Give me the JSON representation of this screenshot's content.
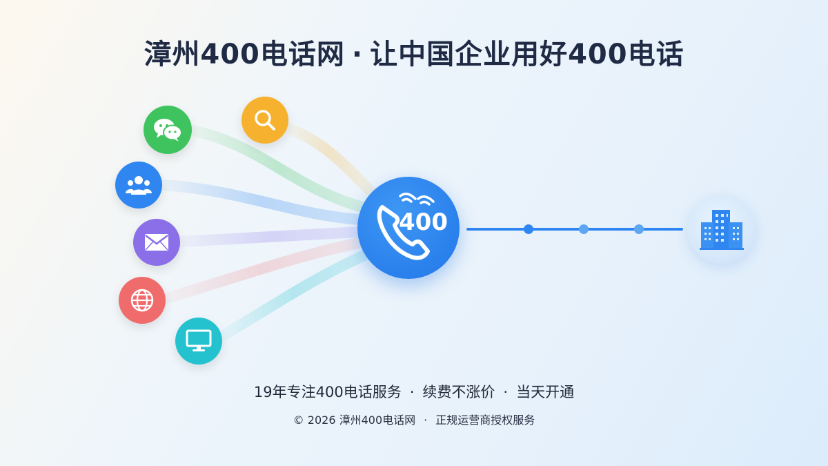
{
  "title": {
    "brand": "漳州400电话网",
    "separator": "·",
    "slogan": "让中国企业用好400电话"
  },
  "hub": {
    "label": "400"
  },
  "sources": [
    {
      "icon": "wechat-icon",
      "color": "#3fc35f"
    },
    {
      "icon": "search-icon",
      "color": "#f6b12e"
    },
    {
      "icon": "users-icon",
      "color": "#2f86f0"
    },
    {
      "icon": "mail-icon",
      "color": "#8a6fe8"
    },
    {
      "icon": "globe-icon",
      "color": "#f06b6b"
    },
    {
      "icon": "monitor-icon",
      "color": "#24c2cf"
    }
  ],
  "target": {
    "icon": "building-icon",
    "color": "#2f86f0"
  },
  "footer": {
    "tagline": {
      "item1": "19年专注400电话服务",
      "item2": "续费不涨价",
      "item3": "当天开通",
      "separator": "·"
    },
    "copyright": {
      "left": "© 2026 漳州400电话网",
      "separator": "·",
      "right": "正规运营商授权服务"
    }
  }
}
